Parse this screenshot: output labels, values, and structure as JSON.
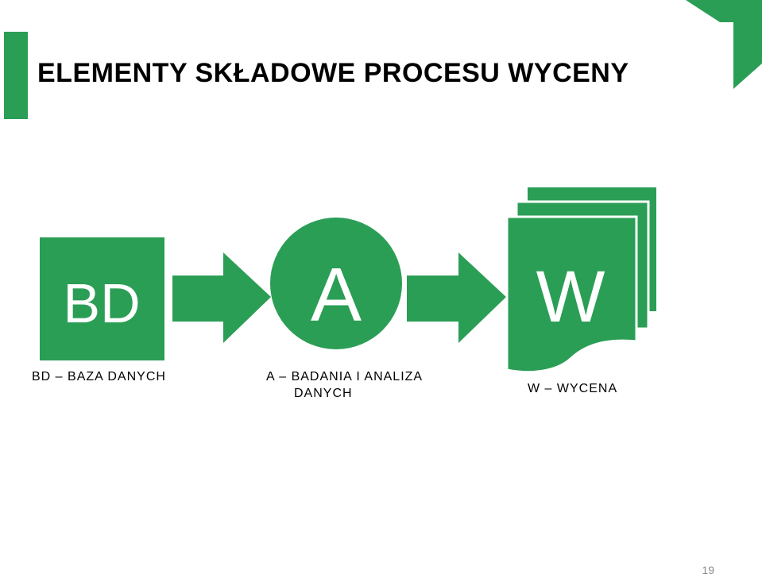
{
  "title": "ELEMENTY SKŁADOWE PROCESU WYCENY",
  "colors": {
    "accent": "#2b9e55",
    "text": "#000000",
    "muted": "#8c8c8c",
    "background": "#ffffff"
  },
  "nodes": {
    "bd": {
      "letter": "BD",
      "label": "BD – BAZA DANYCH",
      "shape": "square"
    },
    "a": {
      "letter": "A",
      "label_line1": "A – BADANIA I ANALIZA",
      "label_line2": "DANYCH",
      "shape": "circle"
    },
    "w": {
      "letter": "W",
      "label": "W – WYCENA",
      "shape": "document-stack"
    }
  },
  "connectors": [
    "arrow-bd-to-a",
    "arrow-a-to-w"
  ],
  "page_number": "19"
}
